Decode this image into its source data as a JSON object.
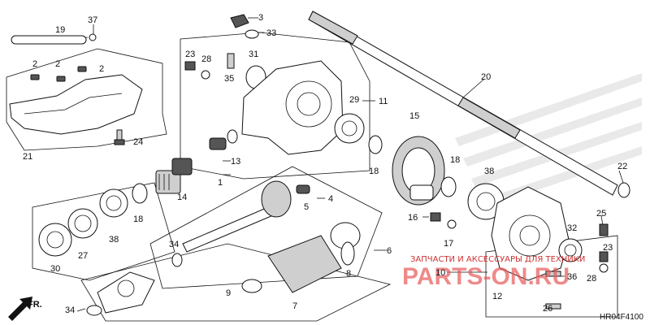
{
  "diagram": {
    "code": "HR04F4100",
    "direction_label": "FR.",
    "watermark": {
      "line1": "ЗАПЧАСТИ И АКСЕССУАРЫ ДЛЯ ТЕХНИКИ",
      "line2": "PARTS-ON.RU"
    },
    "colors": {
      "line": "#111111",
      "watermark": "#cc3333"
    },
    "callouts": {
      "c1": "1",
      "c2a": "2",
      "c2b": "2",
      "c2c": "2",
      "c3": "3",
      "c4": "4",
      "c5": "5",
      "c6": "6",
      "c7": "7",
      "c8": "8",
      "c9": "9",
      "c10": "10",
      "c11": "11",
      "c12": "12",
      "c13": "13",
      "c14": "14",
      "c15": "15",
      "c16": "16",
      "c17": "17",
      "c18a": "18",
      "c18b": "18",
      "c18c": "18",
      "c19": "19",
      "c20": "20",
      "c21": "21",
      "c22": "22",
      "c23a": "23",
      "c23b": "23",
      "c24": "24",
      "c25": "25",
      "c26": "26",
      "c27": "27",
      "c28a": "28",
      "c28b": "28",
      "c29": "29",
      "c30": "30",
      "c31": "31",
      "c32": "32",
      "c33": "33",
      "c34a": "34",
      "c34b": "34",
      "c35": "35",
      "c36": "36",
      "c37": "37",
      "c38a": "38",
      "c38b": "38"
    }
  }
}
